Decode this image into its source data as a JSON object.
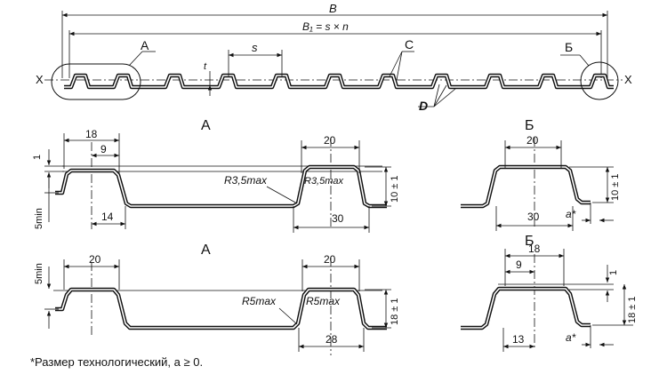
{
  "overall": {
    "label_B": "B",
    "label_B1": "B₁ = s × n",
    "label_s": "s",
    "label_t": "t",
    "label_X_left": "X",
    "label_X_right": "X",
    "callout_A": "А",
    "callout_Be": "Б",
    "callout_C": "C",
    "callout_D": "D"
  },
  "section_top_left": {
    "title": "А",
    "dims": {
      "d18": "18",
      "d9": "9",
      "d14": "14",
      "d20": "20",
      "d30": "30",
      "d1": "1",
      "d5min": "5min",
      "d10": "10 ± 1"
    },
    "radius_left": "R3,5max",
    "radius_right": "R3,5max"
  },
  "section_top_right": {
    "title": "Б",
    "dims": {
      "d20": "20",
      "d30": "30",
      "d10": "10 ± 1",
      "da": "a*"
    }
  },
  "section_bottom_left": {
    "title": "А",
    "dims": {
      "d20a": "20",
      "d20b": "20",
      "d28": "28",
      "d5min": "5min",
      "d18": "18 ± 1"
    },
    "radius_left": "R5max",
    "radius_right": "R5max"
  },
  "section_bottom_right": {
    "title": "Б",
    "dims": {
      "d18": "18",
      "d9": "9",
      "d13": "13",
      "d1": "1",
      "d18pm": "18 ± 1",
      "da": "a*"
    }
  },
  "footnote": "*Размер технологический, a ≥ 0."
}
